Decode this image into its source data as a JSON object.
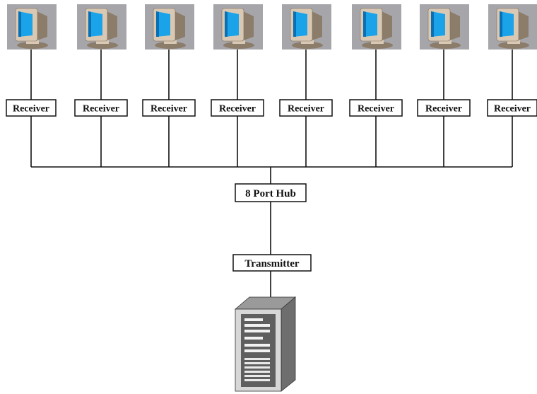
{
  "diagram": {
    "receivers": [
      {
        "label": "Receiver",
        "icon": "crt-monitor-icon"
      },
      {
        "label": "Receiver",
        "icon": "crt-monitor-icon"
      },
      {
        "label": "Receiver",
        "icon": "crt-monitor-icon"
      },
      {
        "label": "Receiver",
        "icon": "crt-monitor-icon"
      },
      {
        "label": "Receiver",
        "icon": "crt-monitor-icon"
      },
      {
        "label": "Receiver",
        "icon": "crt-monitor-icon"
      },
      {
        "label": "Receiver",
        "icon": "crt-monitor-icon"
      },
      {
        "label": "Receiver",
        "icon": "crt-monitor-icon"
      }
    ],
    "hub": {
      "label": "8 Port Hub"
    },
    "transmitter": {
      "label": "Transmitter"
    },
    "source": {
      "icon": "server-tower-icon"
    },
    "colors": {
      "monitor_background": "#a6a6aa",
      "monitor_body": "#d9c9b4",
      "monitor_shadow": "#8c7c6a",
      "screen": "#1aa3e8",
      "screen_dark": "#0b6fb3",
      "tower_body": "#d7d7d7",
      "tower_dark": "#5f5f5f",
      "line": "#111111"
    }
  }
}
